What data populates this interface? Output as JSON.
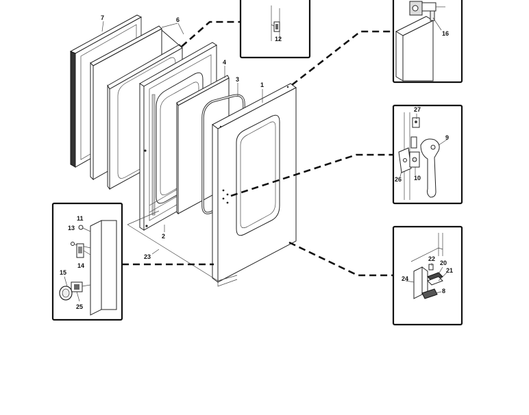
{
  "callouts": {
    "main": [
      "7",
      "6",
      "4",
      "3",
      "1",
      "2",
      "23"
    ],
    "detail_glass_clip": [
      "12"
    ],
    "detail_upper_hinge": [
      "16"
    ],
    "detail_handle": [
      "27",
      "9",
      "26",
      "10"
    ],
    "detail_lower_hinge": [
      "22",
      "20",
      "21",
      "24",
      "8"
    ],
    "detail_catch": [
      "11",
      "13",
      "14",
      "15",
      "25"
    ]
  }
}
